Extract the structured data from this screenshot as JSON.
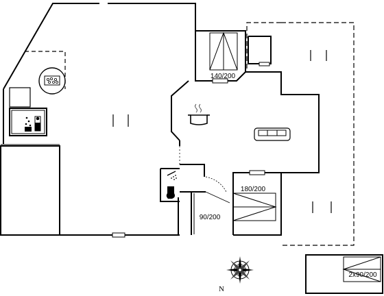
{
  "plan": {
    "bed_labels": {
      "upper": "140/200",
      "middle": "180/200",
      "small": "90/200",
      "annex": "2x90/200"
    },
    "compass": {
      "north_label": "N"
    },
    "icons": [
      "hot-tub-icon",
      "sauna-icon",
      "cooking-pot-icon",
      "sofa-icon",
      "shower-icon",
      "toilet-icon",
      "compass-icon"
    ]
  }
}
